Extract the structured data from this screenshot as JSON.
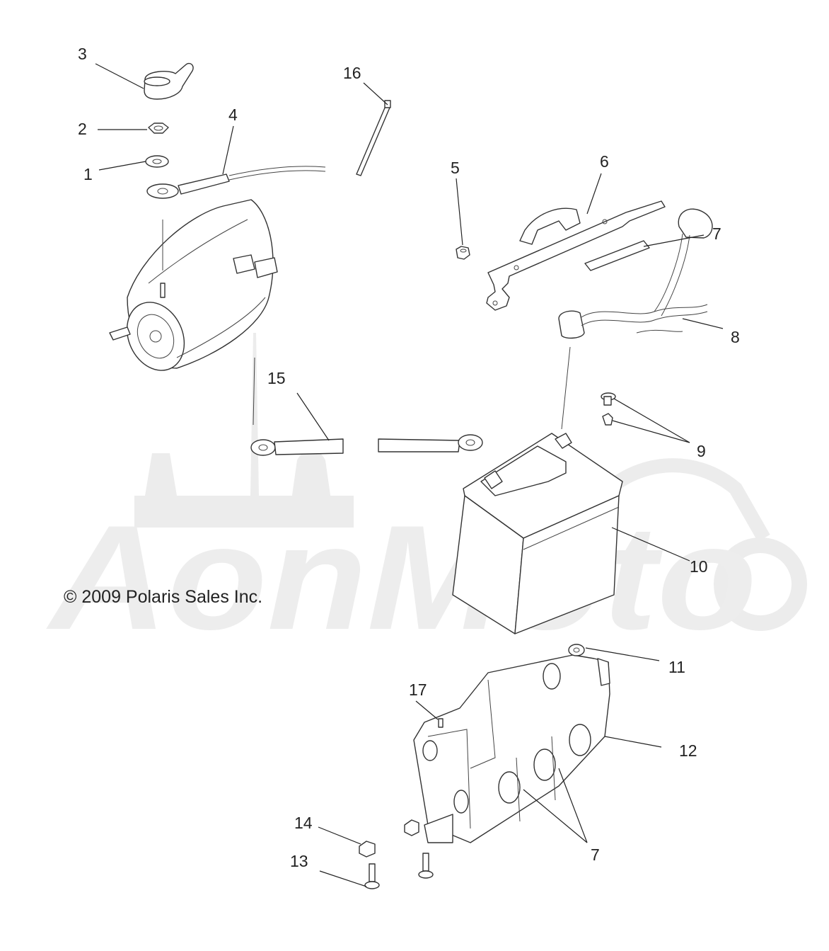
{
  "copyright": "© 2009 Polaris Sales Inc.",
  "watermark_text": "AonMoto",
  "callouts": [
    {
      "id": "c1",
      "label": "1"
    },
    {
      "id": "c2",
      "label": "2"
    },
    {
      "id": "c3",
      "label": "3"
    },
    {
      "id": "c4",
      "label": "4"
    },
    {
      "id": "c5",
      "label": "5"
    },
    {
      "id": "c6",
      "label": "6"
    },
    {
      "id": "c7a",
      "label": "7"
    },
    {
      "id": "c7b",
      "label": "7"
    },
    {
      "id": "c8",
      "label": "8"
    },
    {
      "id": "c9",
      "label": "9"
    },
    {
      "id": "c10",
      "label": "10"
    },
    {
      "id": "c11",
      "label": "11"
    },
    {
      "id": "c12",
      "label": "12"
    },
    {
      "id": "c13",
      "label": "13"
    },
    {
      "id": "c14",
      "label": "14"
    },
    {
      "id": "c15",
      "label": "15"
    },
    {
      "id": "c16",
      "label": "16"
    },
    {
      "id": "c17",
      "label": "17"
    }
  ]
}
